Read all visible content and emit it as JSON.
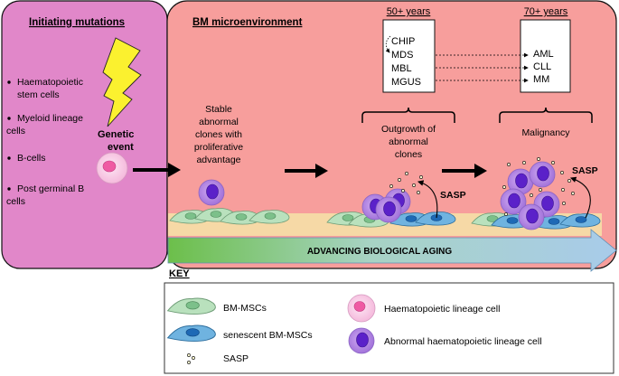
{
  "left_panel": {
    "title": "Initiating mutations",
    "items": [
      "Haematopoietic",
      "stem cells",
      "Myeloid lineage",
      "cells",
      "B-cells",
      "Post germinal B",
      "cells"
    ],
    "genetic_event": [
      "Genetic",
      "event"
    ]
  },
  "main_panel": {
    "title": "BM microenvironment",
    "stable_label": [
      "Stable",
      "abnormal",
      "clones with",
      "proliferative",
      "advantage"
    ],
    "box_50": {
      "age": "50+ years",
      "items": [
        "CHIP",
        "MDS",
        "MBL",
        "MGUS"
      ]
    },
    "box_70": {
      "age": "70+ years",
      "items": [
        "AML",
        "CLL",
        "MM"
      ]
    },
    "outgrowth_label": [
      "Outgrowth of",
      "abnormal",
      "clones"
    ],
    "malignancy_label": "Malignancy",
    "sasp_label": "SASP",
    "aging_label": "ADVANCING BIOLOGICAL AGING"
  },
  "key": {
    "title": "KEY",
    "bm_mscs": "BM-MSCs",
    "senescent": "senescent BM-MSCs",
    "sasp": "SASP",
    "haem_cell": "Haematopoietic lineage cell",
    "abnormal_cell": "Abnormal haematopoietic lineage cell"
  },
  "colors": {
    "left_panel": "#e187c9",
    "main_panel": "#f79e9c",
    "msc_green": "#b9e1bd",
    "msc_blue": "#6fb3e0",
    "abnormal_purple": "#b689e6",
    "nucleus_purple": "#5b21c9",
    "haem_pink": "#f7c6e2",
    "bolt_yellow": "#fbf12f",
    "arrow_blue": "#a8cbea",
    "arrow_green": "#6cbf4a"
  }
}
